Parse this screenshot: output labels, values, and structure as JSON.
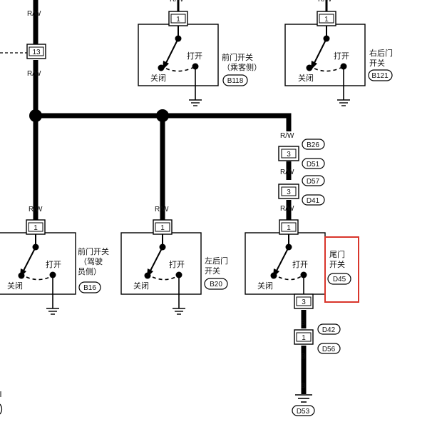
{
  "wire_label": "R/W",
  "top_connector_pin": "13",
  "ground_wire_label": "B",
  "switches": {
    "front_passenger": {
      "pin": "1",
      "open_label": "打开",
      "close_label": "关闭",
      "name_lines": [
        "前门开关",
        "（乘客侧）"
      ],
      "connector": "B118"
    },
    "rear_right": {
      "pin": "1",
      "open_label": "打开",
      "close_label": "关闭",
      "name_lines": [
        "右后门",
        "开关"
      ],
      "connector": "B121"
    },
    "front_driver": {
      "pin": "1",
      "open_label": "打开",
      "close_label": "关闭",
      "name_lines": [
        "前门开关",
        "（驾驶",
        "员侧）"
      ],
      "connector": "B16"
    },
    "rear_left": {
      "pin": "1",
      "open_label": "打开",
      "close_label": "关闭",
      "name_lines": [
        "左后门",
        "开关"
      ],
      "connector": "B20"
    },
    "back_door": {
      "pin": "1",
      "open_label": "打开",
      "close_label": "关闭",
      "name_lines": [
        "尾门",
        "开关"
      ],
      "connector": "D45",
      "ground_pin": "3"
    }
  },
  "inline_connectors": [
    {
      "pin": "3",
      "upper": "B26",
      "lower": "D51"
    },
    {
      "pin": "3",
      "upper": "D57",
      "lower": "D41"
    }
  ],
  "ground_path": {
    "pin": "1",
    "upper": "D42",
    "lower": "D56",
    "ground": "D53"
  },
  "colors": {
    "line": "#000000",
    "highlight": "#d9352b"
  }
}
